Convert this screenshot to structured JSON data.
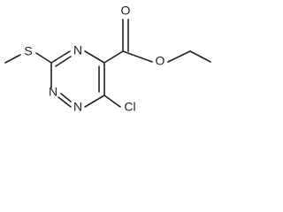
{
  "molecule": {
    "atoms": {
      "sulfur": "S",
      "ring_n1": "N",
      "ring_n2": "N",
      "ring_n3": "N",
      "carbonyl_o": "O",
      "ester_o": "O",
      "chlorine": "Cl"
    }
  }
}
